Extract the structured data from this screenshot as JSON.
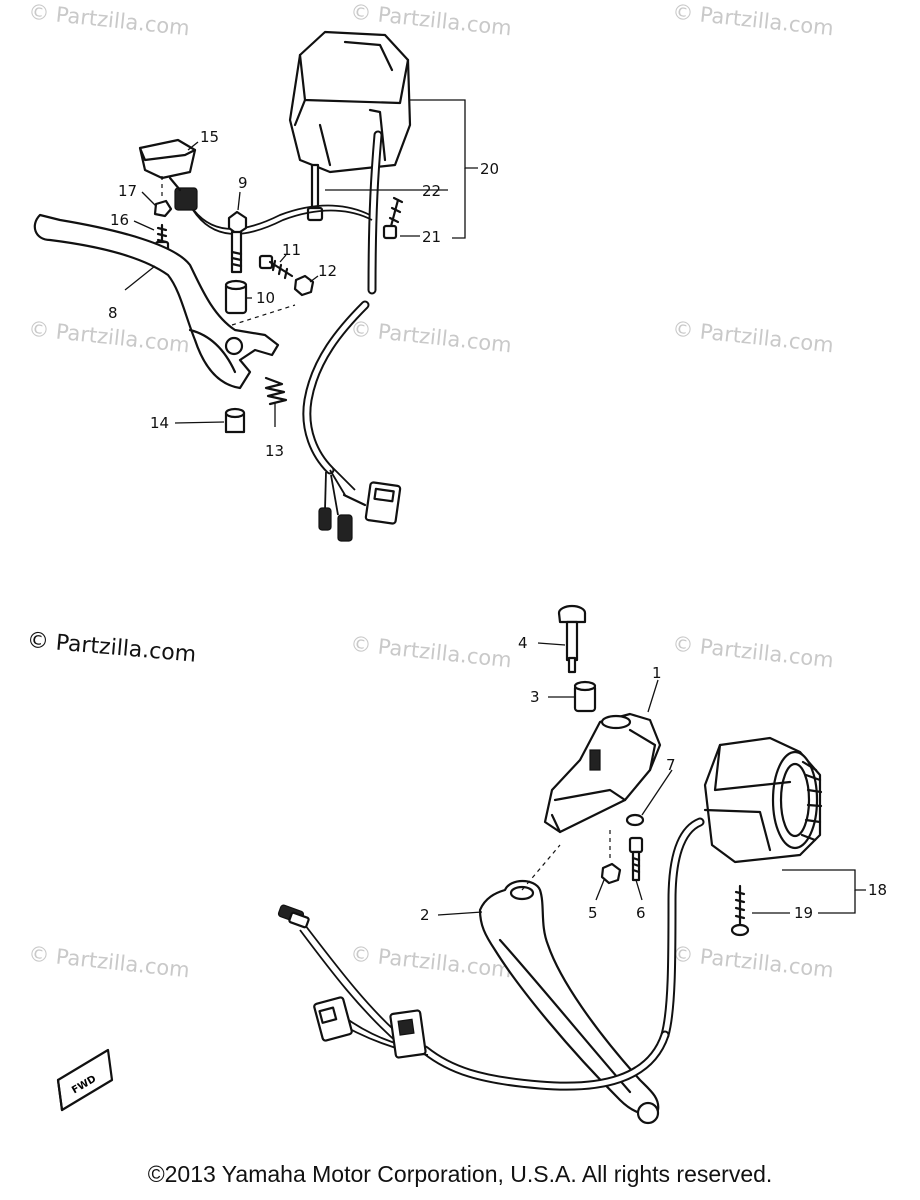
{
  "watermark_text": "© Partzilla.com",
  "credit_text": "© Partzilla.com",
  "copyright": "©2013 Yamaha Motor Corporation, U.S.A. All rights reserved.",
  "fwd_label": "FWD",
  "callouts": {
    "c1": "1",
    "c2": "2",
    "c3": "3",
    "c4": "4",
    "c5": "5",
    "c6": "6",
    "c7": "7",
    "c8": "8",
    "c9": "9",
    "c10": "10",
    "c11": "11",
    "c12": "12",
    "c13": "13",
    "c14": "14",
    "c15": "15",
    "c16": "16",
    "c17": "17",
    "c18": "18",
    "c19": "19",
    "c20": "20",
    "c21": "21",
    "c22": "22"
  },
  "colors": {
    "line": "#111111",
    "watermark": "#c9c9c9",
    "background": "#ffffff"
  }
}
